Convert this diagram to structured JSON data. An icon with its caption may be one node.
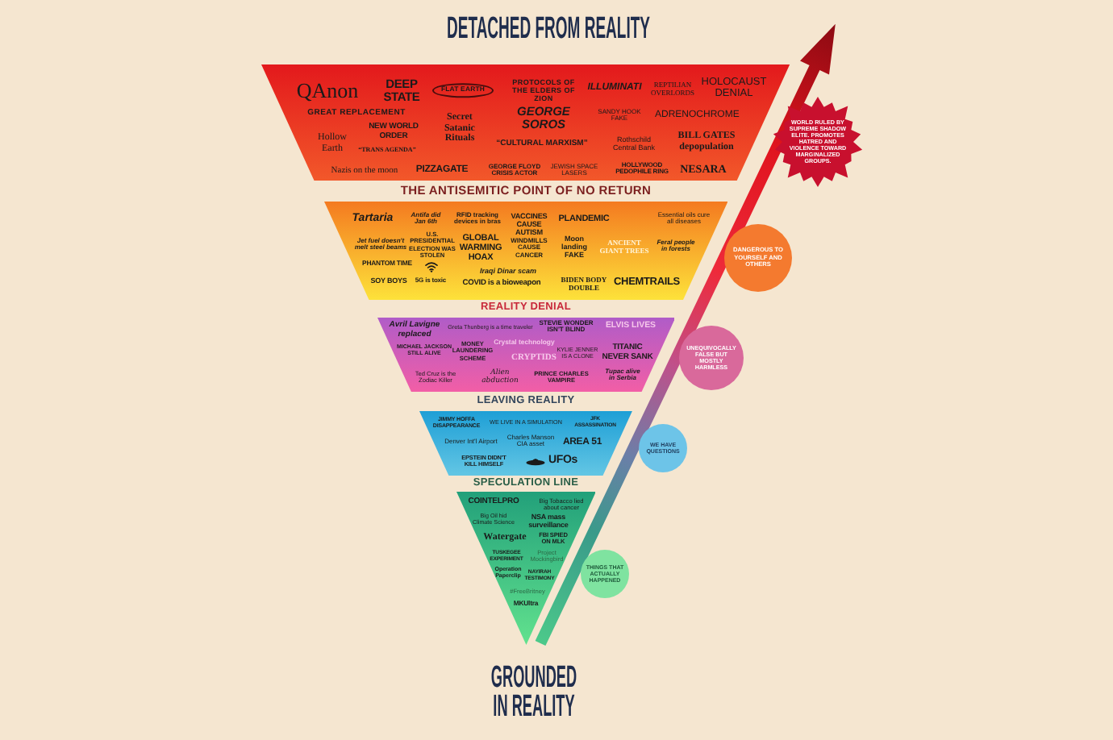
{
  "diagram": {
    "title": "DETACHED FROM REALITY",
    "nodes": [
      {
        "text": [
          "QAnon",
          "DEEP STATE",
          "FLAT EARTH",
          "PROTOCOLS OF THE ELDERS OF ZION",
          "ILLUMINATI",
          "REPTILIAN OVERLORDS",
          "HOLOCAUST DENIAL",
          "GREAT REPLACEMENT",
          "Secret Satanic Rituals",
          "GEORGE SOROS",
          "SANDY HOOK FAKE",
          "ADRENOCHROME",
          "Hollow Earth",
          "NEW WORLD ORDER",
          "“TRANS AGENDA”",
          "“CULTURAL MARXISM”",
          "Rothschild Central Bank",
          "BILL GATES depopulation",
          "Nazis on the moon",
          "PIZZAGATE",
          "GEORGE FLOYD CRISIS ACTOR",
          "JEWISH SPACE LASERS",
          "HOLLYWOOD PEDOPHILE RING",
          "NESARA"
        ]
      },
      {
        "text": [
          "THE ANTISEMITIC POINT OF NO RETURN",
          "Tartaria",
          "Antifa did Jan 6th",
          "RFID tracking devices in bras",
          "VACCINES CAUSE AUTISM",
          "PLANDEMIC",
          "Essential oils cure all diseases",
          "Jet fuel doesn't melt steel beams",
          "U.S. PRESIDENTIAL ELECTION WAS STOLEN",
          "GLOBAL WARMING HOAX",
          "WINDMILLS CAUSE CANCER",
          "Moon landing FAKE",
          "ANCIENT GIANT TREES",
          "Feral people in forests",
          "PHANTOM TIME",
          "Iraqi Dinar scam",
          "SOY BOYS",
          "5G is toxic",
          "COVID is a bioweapon",
          "BIDEN BODY DOUBLE",
          "CHEMTRAILS"
        ]
      },
      {
        "text": [
          "REALITY DENIAL",
          "Avril Lavigne replaced",
          "Greta Thunberg is a time traveler",
          "STEVIE WONDER ISN'T BLIND",
          "ELVIS LIVES",
          "MICHAEL JACKSON STILL ALIVE",
          "MONEY LAUNDERING SCHEME",
          "Crystal technology",
          "CRYPTIDS",
          "KYLIE JENNER IS A CLONE",
          "TITANIC NEVER SANK",
          "Ted Cruz is the Zodiac Killer",
          "Alien abduction",
          "PRINCE CHARLES VAMPIRE",
          "Tupac alive in Serbia"
        ]
      },
      {
        "text": [
          "LEAVING REALITY",
          "JIMMY HOFFA DISAPPEARANCE",
          "WE LIVE IN A SIMULATION",
          "JFK ASSASSINATION",
          "Denver Int'l Airport",
          "Charles Manson CIA asset",
          "AREA 51",
          "EPSTEIN DIDN'T KILL HIMSELF",
          "UFOs"
        ]
      },
      {
        "text": [
          "SPECULATION LINE",
          "COINTELPRO",
          "Big Tobacco lied about cancer",
          "Big Oil hid Climate Science",
          "NSA mass surveillance",
          "Watergate",
          "FBI SPIED ON MLK",
          "TUSKEGEE EXPERIMENT",
          "Project Mockingbird",
          "Operation Paperclip",
          "NAYIRAH TESTIMONY",
          "#FreeBritney",
          "MKUltra"
        ]
      },
      {
        "text": [
          "WORLD RULED BY SUPREME SHADOW ELITE. PROMOTES HATRED AND VIOLENCE TOWARD MARGINALIZED GROUPS."
        ]
      },
      {
        "text": [
          "DANGEROUS TO YOURSELF AND OTHERS"
        ]
      },
      {
        "text": [
          "UNEQUIVOCALLY FALSE BUT MOSTLY HARMLESS"
        ]
      },
      {
        "text": [
          "WE HAVE QUESTIONS"
        ]
      },
      {
        "text": [
          "THINGS THAT ACTUALLY HAPPENED"
        ]
      }
    ],
    "labels": [
      "GROUNDED IN REALITY"
    ]
  }
}
